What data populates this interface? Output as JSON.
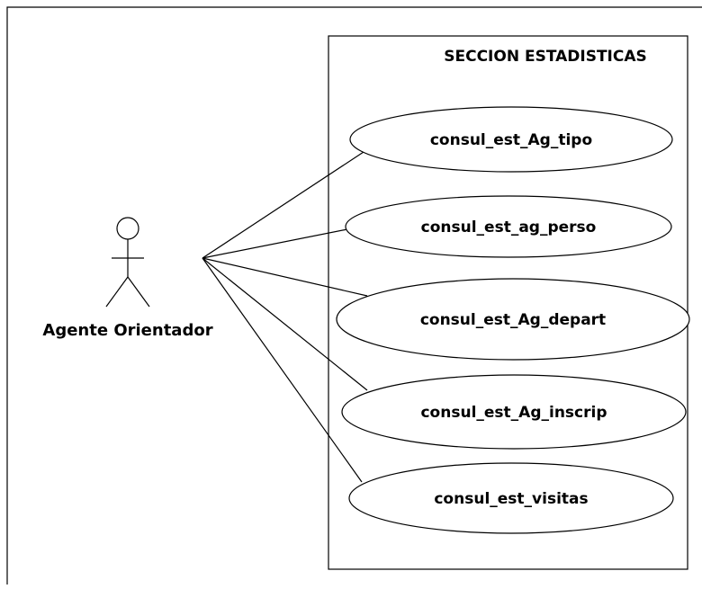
{
  "diagram": {
    "type": "use-case",
    "system": {
      "title": "SECCION ESTADISTICAS"
    },
    "actor": {
      "name": "Agente Orientador"
    },
    "use_cases": [
      {
        "id": "uc1",
        "label": "consul_est_Ag_tipo"
      },
      {
        "id": "uc2",
        "label": "consul_est_ag_perso"
      },
      {
        "id": "uc3",
        "label": "consul_est_Ag_depart"
      },
      {
        "id": "uc4",
        "label": "consul_est_Ag_inscrip"
      },
      {
        "id": "uc5",
        "label": "consul_est_visitas"
      }
    ],
    "associations": [
      {
        "from": "actor",
        "to": "uc1"
      },
      {
        "from": "actor",
        "to": "uc2"
      },
      {
        "from": "actor",
        "to": "uc3"
      },
      {
        "from": "actor",
        "to": "uc4"
      },
      {
        "from": "actor",
        "to": "uc5"
      }
    ],
    "colors": {
      "line": "#000000",
      "background": "#ffffff"
    }
  }
}
